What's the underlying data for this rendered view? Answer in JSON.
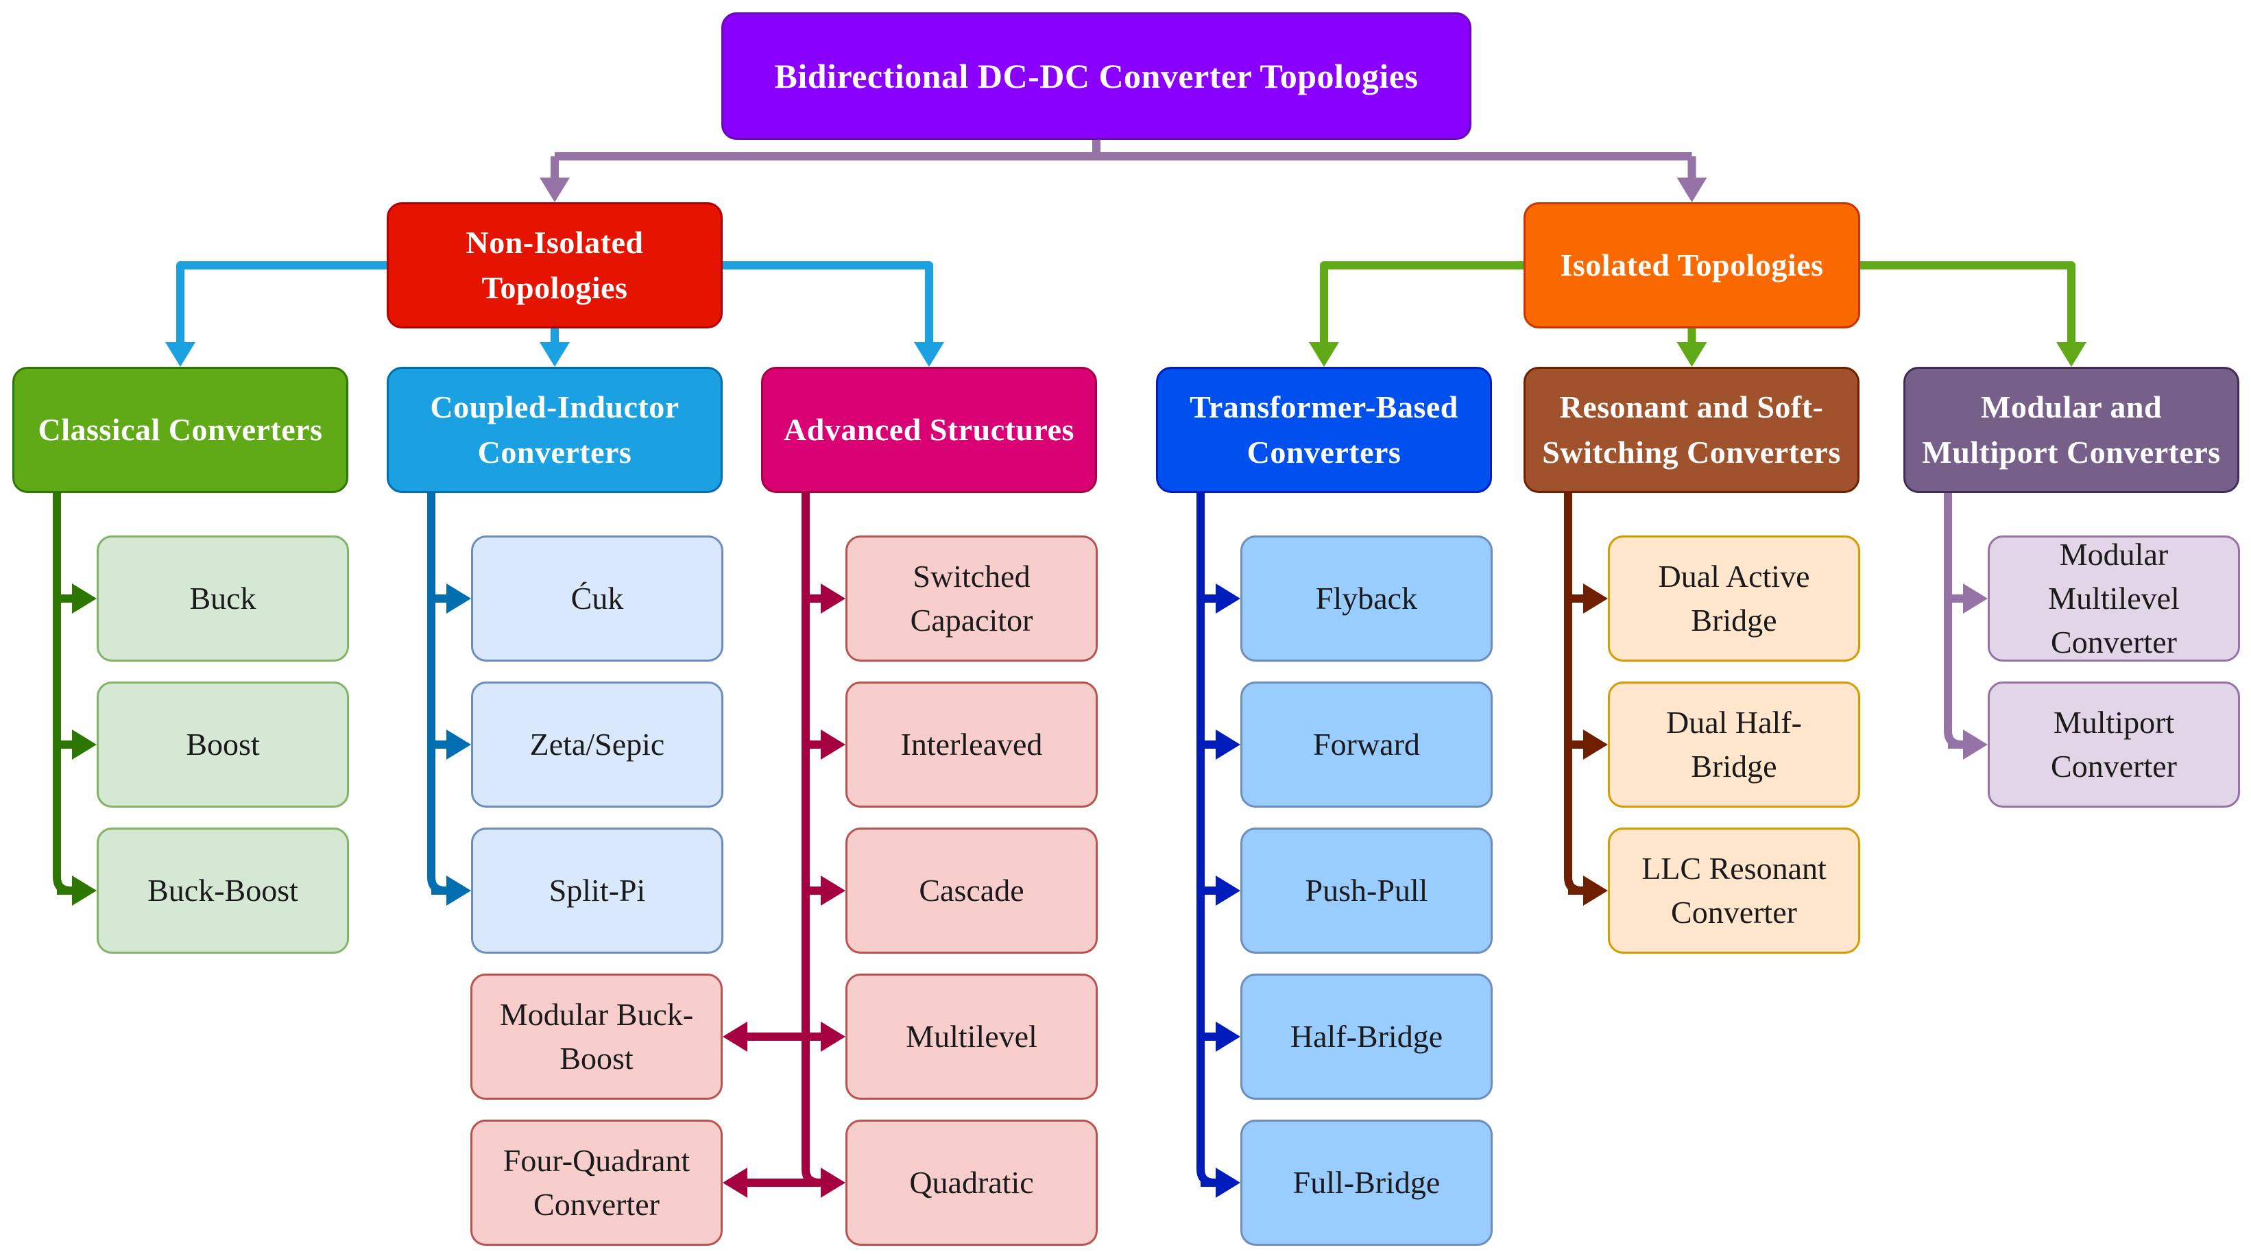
{
  "root": {
    "label": "Bidirectional DC-DC Converter Topologies",
    "fill": "#8a00ff",
    "stroke": "#6a0dad"
  },
  "root_link_color": "#9673a6",
  "groups": [
    {
      "id": "non-isolated",
      "label": "Non-Isolated\nTopologies",
      "fill": "#e51400",
      "stroke": "#b20000",
      "link_color": "#1ba1e2",
      "categories": [
        {
          "id": "classical",
          "label": "Classical Converters",
          "fill": "#60a917",
          "stroke": "#2d7600",
          "link_color": "#2d7600",
          "leaf_fill": "#d5e8d4",
          "leaf_stroke": "#82b366",
          "items": [
            "Buck",
            "Boost",
            "Buck-Boost"
          ]
        },
        {
          "id": "coupled-inductor",
          "label": "Coupled-Inductor\nConverters",
          "fill": "#1ba1e2",
          "stroke": "#006eaf",
          "link_color": "#006eaf",
          "leaf_fill": "#dae8fc",
          "leaf_stroke": "#6c8ebf",
          "items": [
            "Ćuk",
            "Zeta/Sepic",
            "Split-Pi"
          ]
        },
        {
          "id": "advanced",
          "label": "Advanced Structures",
          "fill": "#d80073",
          "stroke": "#a50040",
          "link_color": "#a50040",
          "leaf_fill": "#f8cecc",
          "leaf_stroke": "#b85450",
          "items": [
            "Switched\nCapacitor",
            "Interleaved",
            "Cascade",
            "Multilevel",
            "Quadratic"
          ],
          "left_items": [
            "Modular Buck-\nBoost",
            "Four-Quadrant\nConverter"
          ]
        }
      ]
    },
    {
      "id": "isolated",
      "label": "Isolated Topologies",
      "fill": "#fa6800",
      "stroke": "#c73500",
      "link_color": "#60a917",
      "categories": [
        {
          "id": "transformer",
          "label": "Transformer-Based\nConverters",
          "fill": "#0050ef",
          "stroke": "#001dbc",
          "link_color": "#001dbc",
          "leaf_fill": "#99ccff",
          "leaf_stroke": "#6c8ebf",
          "items": [
            "Flyback",
            "Forward",
            "Push-Pull",
            "Half-Bridge",
            "Full-Bridge"
          ]
        },
        {
          "id": "resonant",
          "label": "Resonant and Soft-\nSwitching Converters",
          "fill": "#a0522d",
          "stroke": "#6d1f00",
          "link_color": "#6d1f00",
          "leaf_fill": "#ffe6cc",
          "leaf_stroke": "#d79b00",
          "items": [
            "Dual Active\nBridge",
            "Dual Half-\nBridge",
            "LLC Resonant\nConverter"
          ]
        },
        {
          "id": "modular",
          "label": "Modular and\nMultiport Converters",
          "fill": "#76608a",
          "stroke": "#432d57",
          "link_color": "#9673a6",
          "leaf_fill": "#e1d5e7",
          "leaf_stroke": "#9673a6",
          "items": [
            "Modular\nMultilevel\nConverter",
            "Multiport\nConverter"
          ]
        }
      ]
    }
  ]
}
